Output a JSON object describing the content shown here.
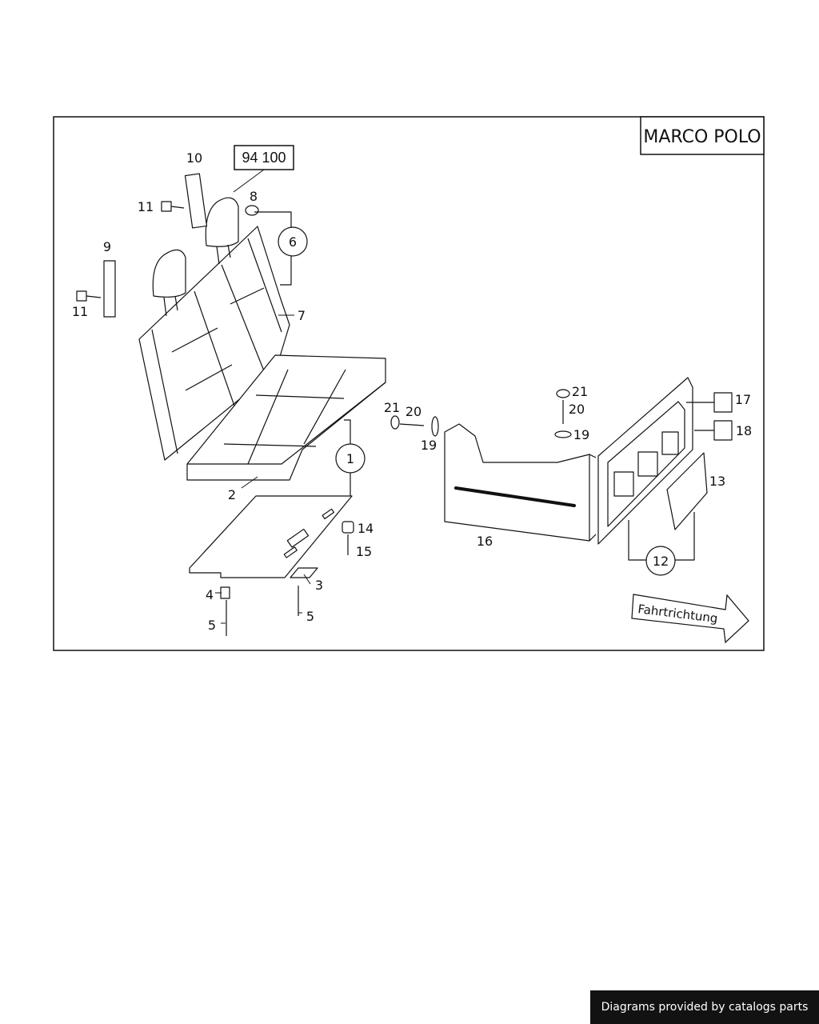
{
  "diagram": {
    "box_title": "MARCO POLO",
    "reference_number": "94 100",
    "direction_label": "Fahrtrichtung",
    "part_labels": {
      "p1": "1",
      "p2": "2",
      "p3": "3",
      "p4": "4",
      "p5a": "5",
      "p5b": "5",
      "p6": "6",
      "p7": "7",
      "p8": "8",
      "p9": "9",
      "p10": "10",
      "p11a": "11",
      "p11b": "11",
      "p12": "12",
      "p13": "13",
      "p14": "14",
      "p15": "15",
      "p16": "16",
      "p17": "17",
      "p18": "18",
      "p19a": "19",
      "p19b": "19",
      "p20a": "20",
      "p20b": "20",
      "p21a": "21",
      "p21b": "21"
    }
  },
  "footer": {
    "credit": "Diagrams provided by catalogs parts"
  }
}
